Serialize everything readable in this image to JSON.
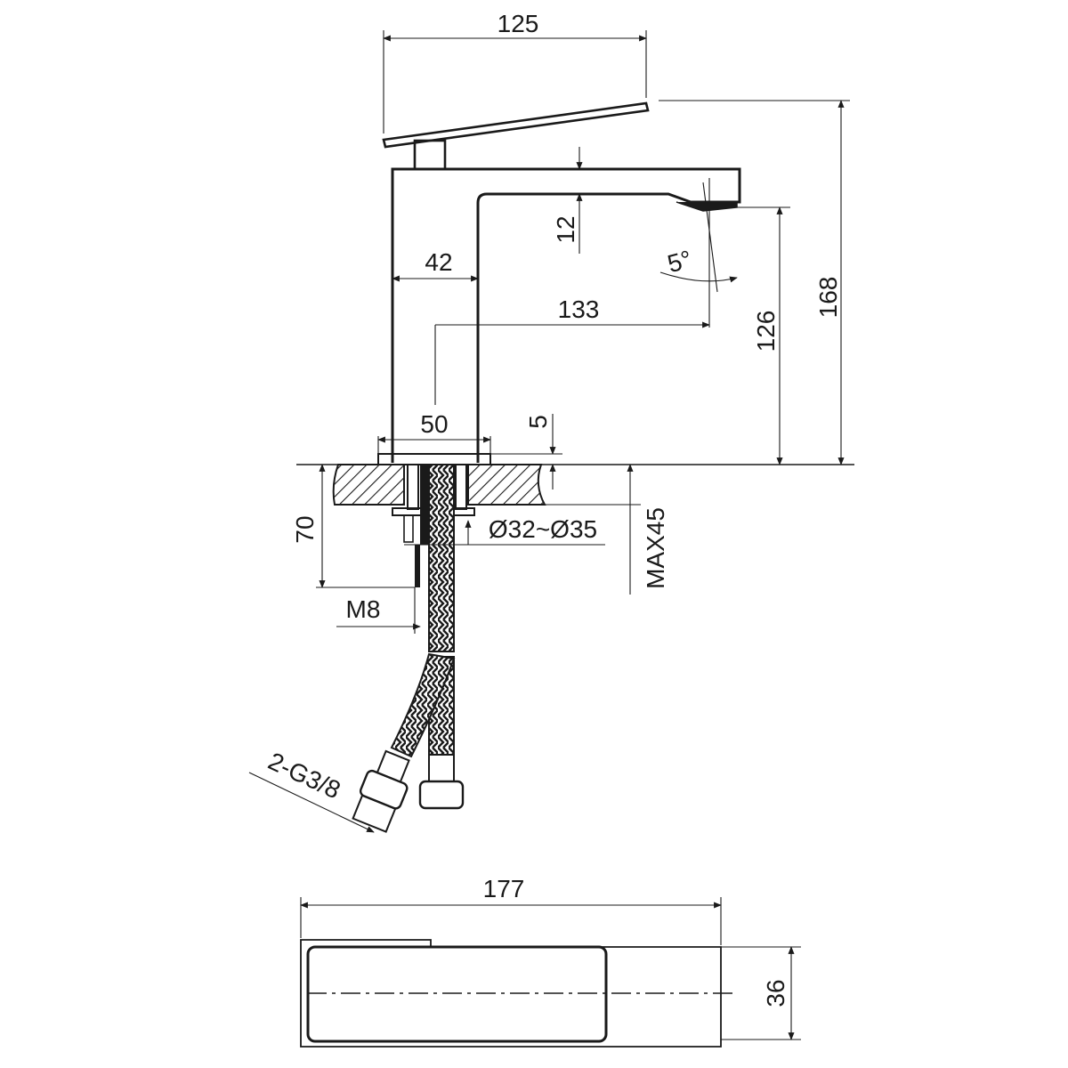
{
  "dimensions": {
    "lever_length": "125",
    "total_height": "168",
    "spout_height": "126",
    "spout_thickness": "12",
    "body_depth": "42",
    "spout_reach": "133",
    "spout_angle": "5°",
    "base_diameter": "50",
    "base_plate": "5",
    "shank_length": "70",
    "max_thickness": "MAX45",
    "hole_diameter": "Ø32~Ø35",
    "stud_thread": "M8",
    "hose_connection": "2-G3/8",
    "plan_length": "177",
    "plan_width": "36"
  }
}
